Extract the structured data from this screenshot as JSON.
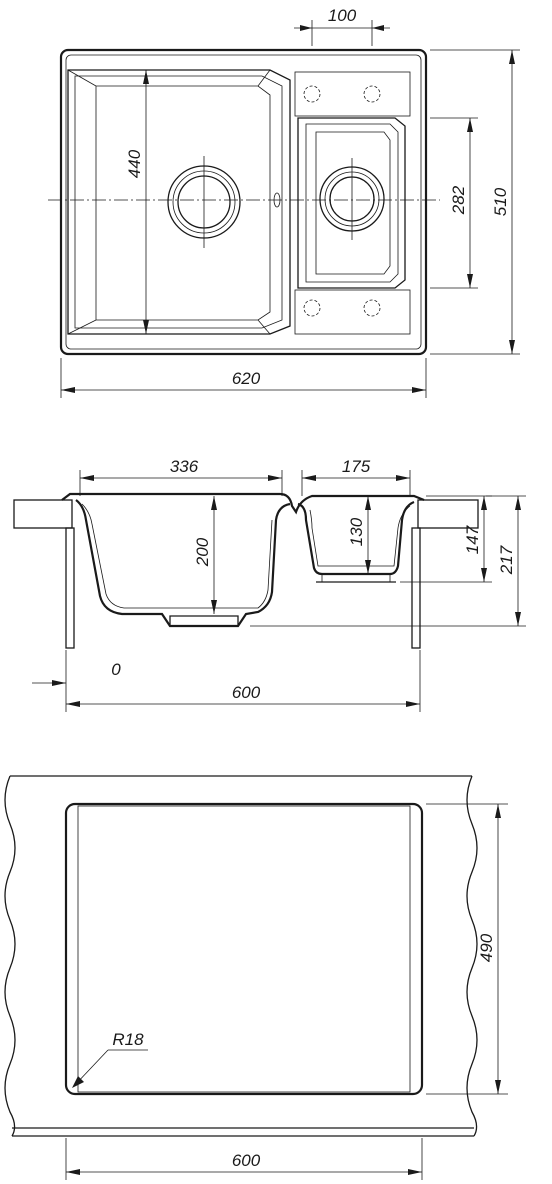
{
  "top_view": {
    "width_label": "620",
    "depth_label": "510",
    "big_bowl_length_label": "440",
    "small_bowl_length_label": "282",
    "small_bowl_width_label": "100"
  },
  "section_view": {
    "big_bowl_width_label": "336",
    "small_bowl_width_label": "175",
    "big_bowl_depth_label": "200",
    "small_bowl_depth_label": "130",
    "depth_147_label": "147",
    "depth_217_label": "217",
    "offset_label": "0",
    "cabinet_width_label": "600"
  },
  "cutout_view": {
    "radius_label": "R18",
    "depth_label": "490",
    "width_label": "600"
  }
}
